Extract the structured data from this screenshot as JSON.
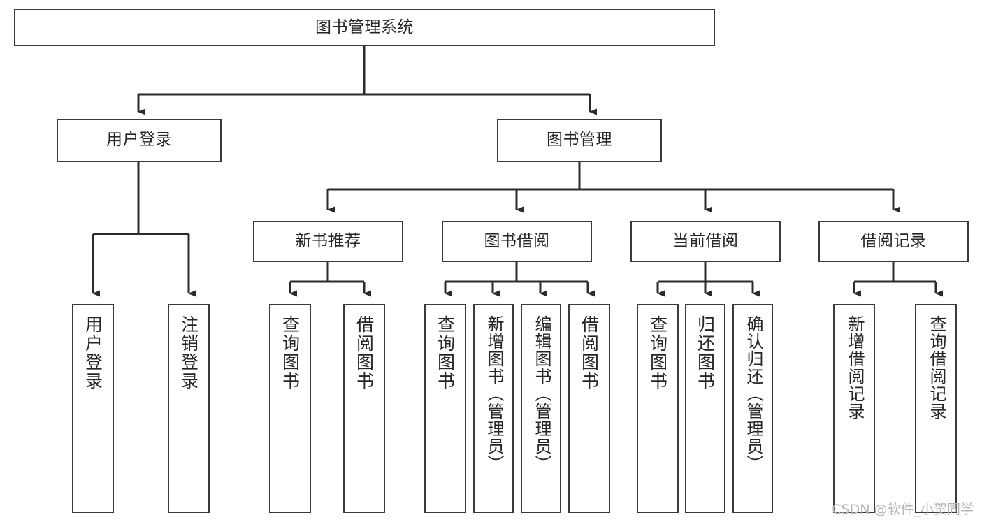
{
  "diagram": {
    "title": "图书管理系统",
    "type": "hierarchy-tree",
    "watermark": "CSDN @软件_小贺同学",
    "colors": {
      "box_border": "#3a3a3a",
      "box_fill": "#ffffff",
      "connector": "#2b2b2b",
      "text": "#262626",
      "watermark": "#b4b4b4",
      "background": "#ffffff"
    },
    "levels": {
      "root": {
        "label": "图书管理系统"
      },
      "level2": [
        {
          "label": "用户登录"
        },
        {
          "label": "图书管理"
        }
      ],
      "level3": [
        {
          "label": "新书推荐"
        },
        {
          "label": "图书借阅"
        },
        {
          "label": "当前借阅"
        },
        {
          "label": "借阅记录"
        }
      ],
      "leaves": [
        {
          "label": "用户登录",
          "parent": "用户登录"
        },
        {
          "label": "注销登录",
          "parent": "用户登录"
        },
        {
          "label": "查询图书",
          "parent": "新书推荐"
        },
        {
          "label": "借阅图书",
          "parent": "新书推荐"
        },
        {
          "label": "查询图书",
          "parent": "图书借阅"
        },
        {
          "label": "新增图书（管理员）",
          "parent": "图书借阅"
        },
        {
          "label": "编辑图书（管理员）",
          "parent": "图书借阅"
        },
        {
          "label": "借阅图书",
          "parent": "图书借阅"
        },
        {
          "label": "查询图书",
          "parent": "当前借阅"
        },
        {
          "label": "归还图书",
          "parent": "当前借阅"
        },
        {
          "label": "确认归还（管理员）",
          "parent": "当前借阅"
        },
        {
          "label": "新增借阅记录",
          "parent": "借阅记录"
        },
        {
          "label": "查询借阅记录",
          "parent": "借阅记录"
        }
      ]
    }
  }
}
